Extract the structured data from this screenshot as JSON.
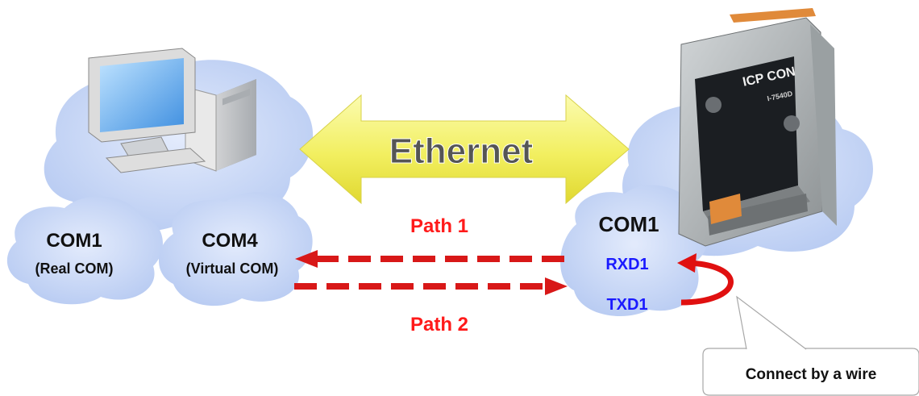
{
  "banner": {
    "label": "Ethernet"
  },
  "pc_side": {
    "com1": {
      "name": "COM1",
      "note": "(Real COM)"
    },
    "com4": {
      "name": "COM4",
      "note": "(Virtual COM)"
    }
  },
  "device": {
    "brand": "ICP CON",
    "model": "I-7540D",
    "com1": {
      "name": "COM1",
      "rxd": "RXD1",
      "txd": "TXD1"
    }
  },
  "paths": {
    "path1": "Path 1",
    "path2": "Path 2"
  },
  "callout": {
    "text": "Connect by a wire"
  },
  "colors": {
    "cloud": "#c6d6f6",
    "path_text": "#ff1a1a",
    "path_arrow": "#d81818",
    "pin_text": "#1a1aff",
    "ethernet_arrow": "#f1f06a",
    "wire": "#e01010"
  }
}
